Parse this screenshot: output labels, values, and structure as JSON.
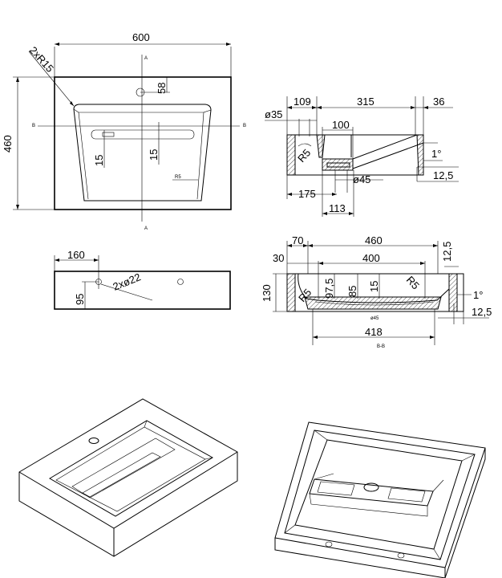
{
  "top_view": {
    "dim_width": "600",
    "dim_height": "460",
    "dim_corner_radius": "2xR15",
    "dim_tap_offset": "58",
    "dim_drain_left": "15",
    "dim_drain_right": "15",
    "dim_inner_radius": "R5",
    "section_a_top": "A",
    "section_a_bottom": "A",
    "section_b_left": "B",
    "section_b_right": "B"
  },
  "side_section_a": {
    "dim_109": "109",
    "dim_315": "315",
    "dim_36": "36",
    "dim_diam35": "ø35",
    "dim_100": "100",
    "dim_r5": "R5",
    "dim_1deg": "1°",
    "dim_diam45": "ø45",
    "dim_12_5": "12,5",
    "dim_175": "175",
    "dim_113": "113"
  },
  "front_view": {
    "dim_160": "160",
    "dim_95": "95",
    "dim_holes": "2xø22"
  },
  "section_b": {
    "dim_70": "70",
    "dim_460": "460",
    "dim_12_5_top": "12,5",
    "dim_30": "30",
    "dim_400": "400",
    "dim_130": "130",
    "dim_97_5": "97,5",
    "dim_85": "85",
    "dim_15": "15",
    "dim_r5": "R5",
    "dim_r5_right": "R5",
    "dim_1deg": "1°",
    "dim_12_5_side": "12,5",
    "dim_418": "418",
    "dim_small": "ø45",
    "label": "B-B"
  },
  "colors": {
    "ink": "#000000",
    "paper": "#ffffff"
  }
}
